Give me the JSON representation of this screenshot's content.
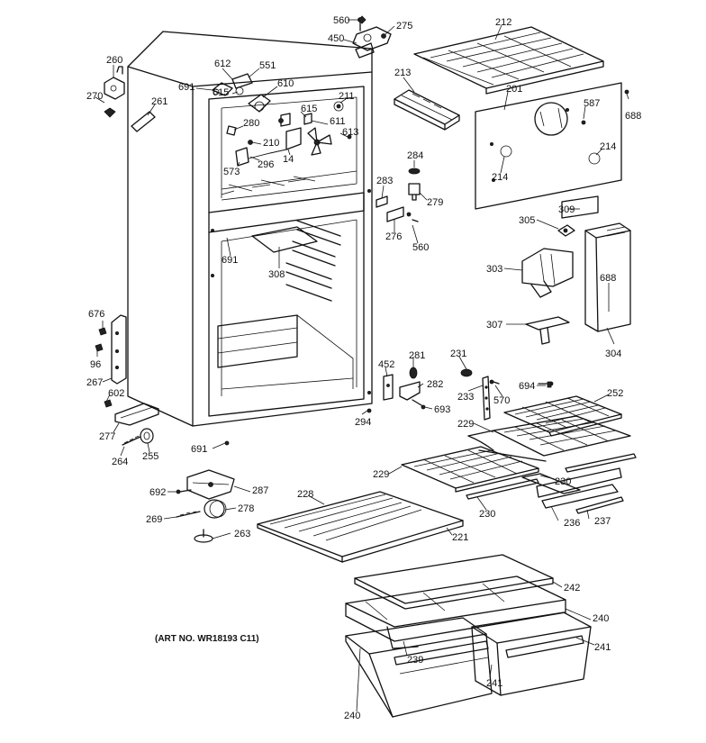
{
  "diagram": {
    "art_no": "(ART NO. WR18193 C11)",
    "labels": {
      "l560a": "560",
      "l275": "275",
      "l450": "450",
      "l212": "212",
      "l260": "260",
      "l612": "612",
      "l551": "551",
      "l691a": "691",
      "l615a": "615",
      "l610": "610",
      "l270": "270",
      "l261": "261",
      "l213": "213",
      "l201": "201",
      "l688a": "688",
      "l587": "587",
      "l211": "211",
      "l615b": "615",
      "l611": "611",
      "l280": "280",
      "l613": "613",
      "l210": "210",
      "l214a": "214",
      "l573": "573",
      "l296": "296",
      "l14": "14",
      "l214b": "214",
      "l284": "284",
      "l283": "283",
      "l279": "279",
      "l309": "309",
      "l305": "305",
      "l276": "276",
      "l560b": "560",
      "l691b": "691",
      "l308": "308",
      "l303": "303",
      "l688b": "688",
      "l676": "676",
      "l96": "96",
      "l307": "307",
      "l304": "304",
      "l452": "452",
      "l281": "281",
      "l231": "231",
      "l267": "267",
      "l602": "602",
      "l282": "282",
      "l570": "570",
      "l694": "694",
      "l252": "252",
      "l233": "233",
      "l693": "693",
      "l294": "294",
      "l277": "277",
      "l229a": "229",
      "l691c": "691",
      "l264": "264",
      "l255": "255",
      "l229b": "229",
      "l230a": "230",
      "l692": "692",
      "l287": "287",
      "l228": "228",
      "l230b": "230",
      "l236": "236",
      "l237": "237",
      "l269": "269",
      "l278": "278",
      "l221": "221",
      "l263": "263",
      "l242": "242",
      "l240a": "240",
      "l241a": "241",
      "l239": "239",
      "l241b": "241",
      "l240b": "240"
    }
  }
}
